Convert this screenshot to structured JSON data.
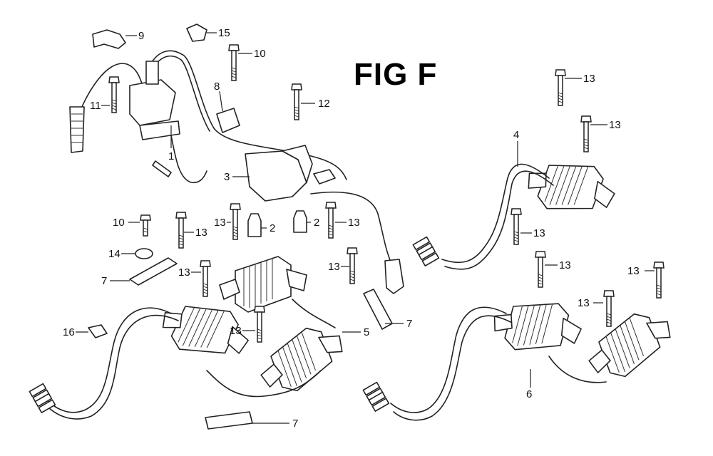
{
  "figure": {
    "title": "FIG F"
  },
  "callouts": [
    {
      "id": "c9",
      "label": "9"
    },
    {
      "id": "c15",
      "label": "15"
    },
    {
      "id": "c10a",
      "label": "10"
    },
    {
      "id": "c8",
      "label": "8"
    },
    {
      "id": "c11",
      "label": "11"
    },
    {
      "id": "c1",
      "label": "1"
    },
    {
      "id": "c12",
      "label": "12"
    },
    {
      "id": "c3",
      "label": "3"
    },
    {
      "id": "c2a",
      "label": "2"
    },
    {
      "id": "c2b",
      "label": "2"
    },
    {
      "id": "c13a",
      "label": "13"
    },
    {
      "id": "c13b",
      "label": "13"
    },
    {
      "id": "c10b",
      "label": "10"
    },
    {
      "id": "c13c",
      "label": "13"
    },
    {
      "id": "c14",
      "label": "14"
    },
    {
      "id": "c13d",
      "label": "13"
    },
    {
      "id": "c7a",
      "label": "7"
    },
    {
      "id": "c13e",
      "label": "13"
    },
    {
      "id": "c16",
      "label": "16"
    },
    {
      "id": "c13f",
      "label": "13"
    },
    {
      "id": "c5",
      "label": "5"
    },
    {
      "id": "c7b",
      "label": "7"
    },
    {
      "id": "c7c",
      "label": "7"
    },
    {
      "id": "c13g",
      "label": "13"
    },
    {
      "id": "c13h",
      "label": "13"
    },
    {
      "id": "c4",
      "label": "4"
    },
    {
      "id": "c13i",
      "label": "13"
    },
    {
      "id": "c13j",
      "label": "13"
    },
    {
      "id": "c13k",
      "label": "13"
    },
    {
      "id": "c13l",
      "label": "13"
    },
    {
      "id": "c6",
      "label": "6"
    }
  ]
}
